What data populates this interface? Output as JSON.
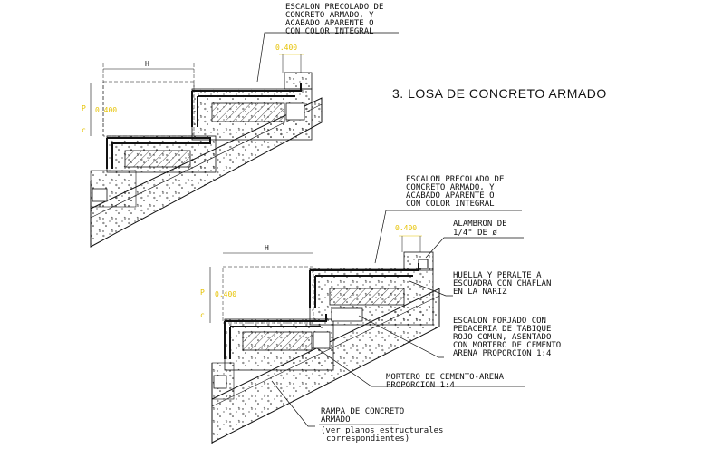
{
  "title": "3. LOSA DE CONCRETO ARMADO",
  "top_detail": {
    "note_escalon": [
      "ESCALON PRECOLADO DE",
      "CONCRETO ARMADO, Y",
      "ACABADO APARENTE O",
      "CON COLOR INTEGRAL"
    ],
    "dim_nose": "0.400",
    "dim_h": "H",
    "dim_p": "P",
    "dim_p_value": "0.400"
  },
  "bottom_detail": {
    "note_escalon": [
      "ESCALON PRECOLADO DE",
      "CONCRETO ARMADO, Y",
      "ACABADO APARENTE O",
      "CON COLOR INTEGRAL"
    ],
    "note_alambron": [
      "ALAMBRON DE",
      "1/4\" DE ø"
    ],
    "note_huella": [
      "HUELLA Y PERALTE A",
      "ESCUADRA CON CHAFLAN",
      "EN LA NARIZ"
    ],
    "note_forjado": [
      "ESCALON FORJADO CON",
      "PEDACERIA DE TABIQUE",
      "ROJO COMUN, ASENTADO",
      "CON MORTERO DE CEMENTO",
      "ARENA PROPORCION 1:4"
    ],
    "note_mortero": [
      "MORTERO DE CEMENTO-ARENA",
      "PROPORCION 1:4"
    ],
    "note_rampa": [
      "RAMPA DE CONCRETO",
      "ARMADO"
    ],
    "note_ver": [
      "(ver planos estructurales",
      "correspondientes)"
    ],
    "dim_nose": "0.400",
    "dim_h": "H",
    "dim_p": "P",
    "dim_p_value": "0.400"
  },
  "colors": {
    "line": "#111111",
    "dimension": "#e6c200",
    "background": "#ffffff"
  }
}
